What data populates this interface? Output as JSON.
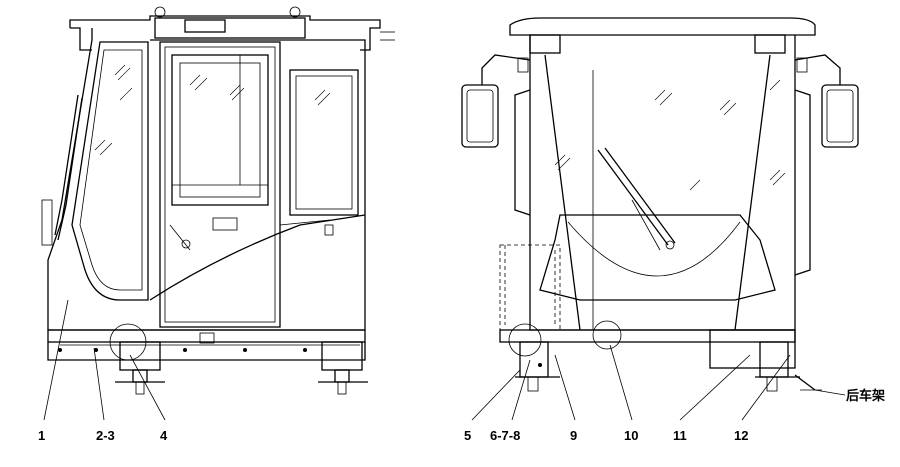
{
  "labels": {
    "l1": "1",
    "l2": "2-3",
    "l4": "4",
    "l5": "5",
    "l6": "6-7-8",
    "l9": "9",
    "l10": "10",
    "l11": "11",
    "l12": "12",
    "rear_frame": "后车架"
  }
}
